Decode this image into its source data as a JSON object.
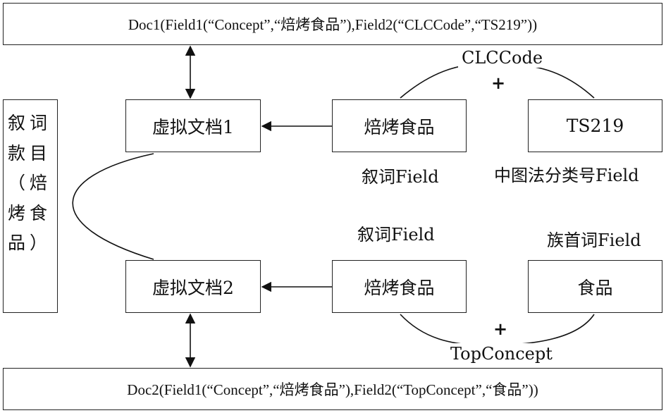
{
  "top_doc": "Doc1(Field1(“Concept”,“焙烤食品”),Field2(“CLCCode”,“TS219”))",
  "bottom_doc": "Doc2(Field1(“Concept”,“焙烤食品”),Field2(“TopConcept”,“食品”))",
  "left_entry": "叙词款目（焙烤食品）",
  "virtual_doc_1": "虚拟文档1",
  "virtual_doc_2": "虚拟文档2",
  "baked_food_1": "焙烤食品",
  "baked_food_2": "焙烤食品",
  "ts219": "TS219",
  "food": "食品",
  "label_clccode": "CLCCode",
  "label_plus_top": "+",
  "label_descriptor_field_1": "叙词Field",
  "label_clc_field": "中图法分类号Field",
  "label_descriptor_field_2": "叙词Field",
  "label_family_head_field": "族首词Field",
  "label_plus_bottom": "+",
  "label_topconcept": "TopConcept"
}
